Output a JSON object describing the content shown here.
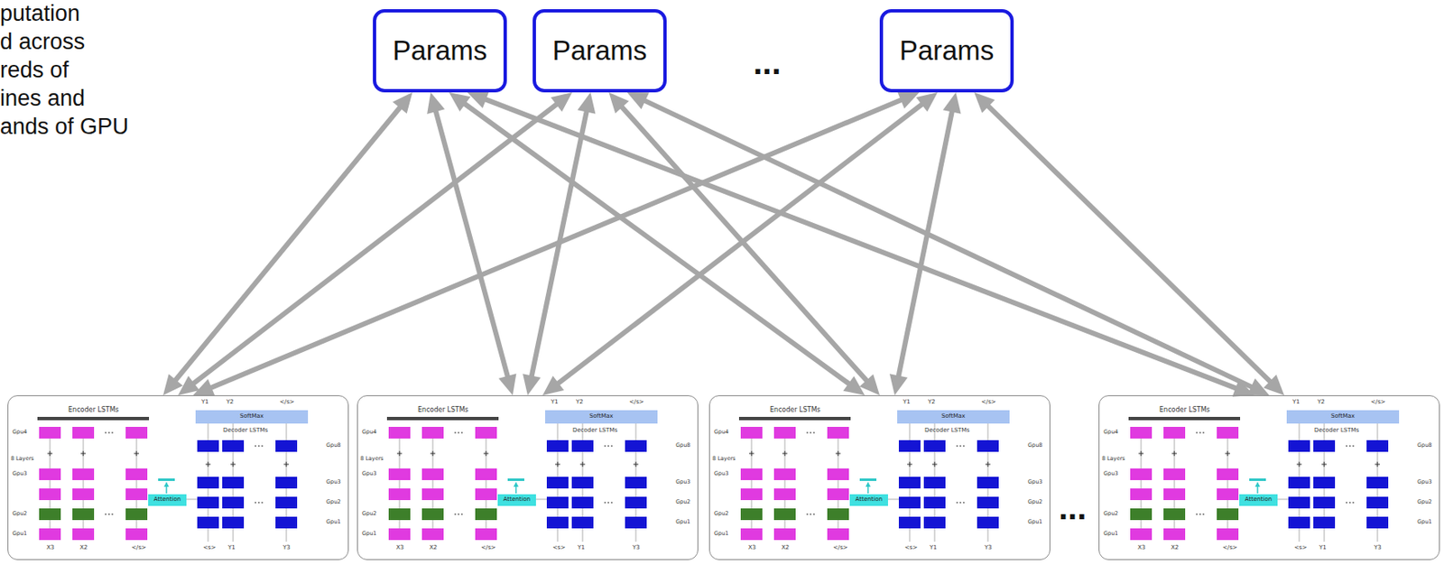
{
  "diagram": {
    "nodes": [
      {
        "text": [
          "Params"
        ]
      },
      {
        "text": [
          "Params"
        ]
      },
      {
        "text": [
          "Params"
        ]
      },
      {
        "text": [
          "Y1",
          "Y2",
          "</s>",
          "Encoder LSTMs",
          "Decoder LSTMs",
          "Gpu4",
          "8 Layers",
          "Gpu3",
          "Gpu2",
          "Gpu1",
          "Gpu8",
          "Gpu3",
          "Gpu2",
          "Gpu1",
          "X3",
          "X2",
          "</s>",
          "<s>",
          "Y1",
          "Y3"
        ]
      },
      {
        "text": [
          "SoftMax"
        ],
        "in": 3
      },
      {
        "text": [
          "Attention"
        ],
        "in": 3
      },
      {
        "text": [
          "Y1",
          "Y2",
          "</s>",
          "Encoder LSTMs",
          "Decoder LSTMs",
          "Gpu4",
          "8 Layers",
          "Gpu3",
          "Gpu2",
          "Gpu1",
          "Gpu8",
          "Gpu3",
          "Gpu2",
          "Gpu1",
          "X3",
          "X2",
          "</s>",
          "<s>",
          "Y1",
          "Y3"
        ]
      },
      {
        "text": [
          "SoftMax"
        ],
        "in": 6
      },
      {
        "text": [
          "Attention"
        ],
        "in": 6
      },
      {
        "text": [
          "Y1",
          "Y2",
          "</s>",
          "Encoder LSTMs",
          "Decoder LSTMs",
          "Gpu4",
          "8 Layers",
          "Gpu3",
          "Gpu2",
          "Gpu1",
          "Gpu8",
          "Gpu3",
          "Gpu2",
          "Gpu1",
          "X3",
          "X2",
          "</s>",
          "<s>",
          "Y1",
          "Y3"
        ]
      },
      {
        "text": [
          "SoftMax"
        ],
        "in": 9
      },
      {
        "text": [
          "Attention"
        ],
        "in": 9
      },
      {
        "text": [
          "Y1",
          "Y2",
          "</s>",
          "Encoder LSTMs",
          "Decoder LSTMs",
          "Gpu4",
          "8 Layers",
          "Gpu3",
          "Gpu2",
          "Gpu1",
          "Gpu8",
          "Gpu3",
          "Gpu2",
          "Gpu1",
          "X3",
          "X2",
          "</s>",
          "<s>",
          "Y1",
          "Y3"
        ]
      },
      {
        "text": [
          "SoftMax"
        ],
        "in": 12
      },
      {
        "text": [
          "Attention"
        ],
        "in": 12
      }
    ],
    "edges": [
      {
        "from": 0,
        "to": 3,
        "arrow": "both"
      },
      {
        "from": 0,
        "to": 6,
        "arrow": "both"
      },
      {
        "from": 0,
        "to": 9,
        "arrow": "both"
      },
      {
        "from": 0,
        "to": 12,
        "arrow": "both"
      },
      {
        "from": 1,
        "to": 3,
        "arrow": "both"
      },
      {
        "from": 1,
        "to": 6,
        "arrow": "both"
      },
      {
        "from": 1,
        "to": 9,
        "arrow": "both"
      },
      {
        "from": 1,
        "to": 12,
        "arrow": "both"
      },
      {
        "from": 2,
        "to": 3,
        "arrow": "both"
      },
      {
        "from": 2,
        "to": 6,
        "arrow": "both"
      },
      {
        "from": 2,
        "to": 9,
        "arrow": "both"
      },
      {
        "from": 2,
        "to": 12,
        "arrow": "both"
      }
    ],
    "labels": [
      "putation",
      "d across",
      "reds of",
      "ines and",
      "ands of GPU",
      "...",
      "..."
    ]
  }
}
